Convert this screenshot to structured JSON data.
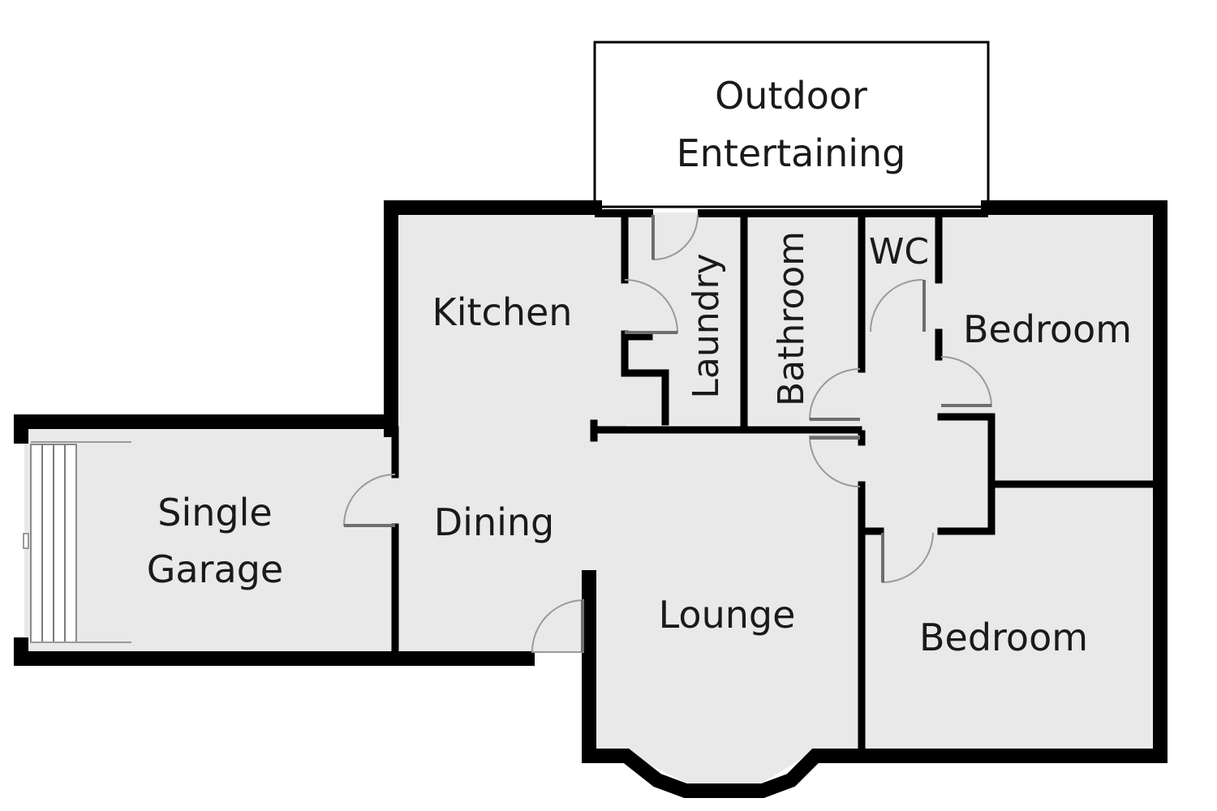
{
  "colors": {
    "wall": "#000000",
    "floor": "#e9e9e9",
    "outdoor": "#ffffff",
    "door_swing": "#9a9a9a",
    "door_leaf": "#6e6e6e"
  },
  "rooms": {
    "outdoor": {
      "line1": "Outdoor",
      "line2": "Entertaining"
    },
    "kitchen": "Kitchen",
    "laundry": "Laundry",
    "bathroom": "Bathroom",
    "wc": "WC",
    "bedroom_1": "Bedroom",
    "bedroom_2": "Bedroom",
    "dining": "Dining",
    "lounge": "Lounge",
    "garage": {
      "line1": "Single",
      "line2": "Garage"
    }
  }
}
